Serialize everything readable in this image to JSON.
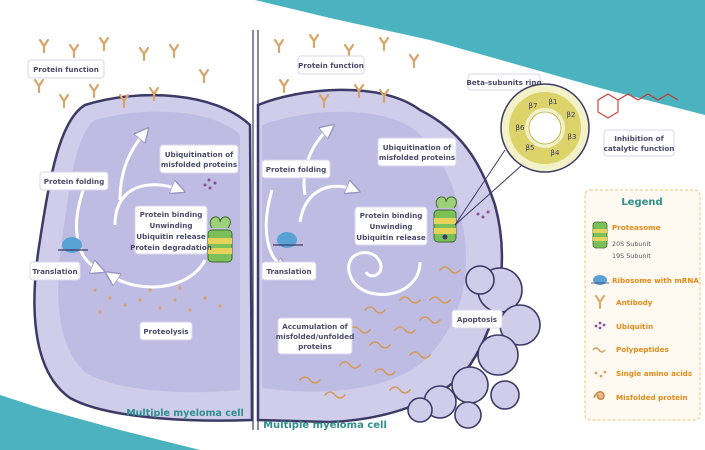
{
  "left_panel": {
    "protein_function": "Protein function",
    "protein_folding": "Protein folding",
    "translation": "Translation",
    "ubiquitination": [
      "Ubiquitination of",
      "misfolded proteins"
    ],
    "proteasome_steps": [
      "Protein binding",
      "Unwinding",
      "Ubiquitin release",
      "Protein degradation"
    ],
    "proteolysis": "Proteolysis",
    "cell_title": "Multiple myeloma cell"
  },
  "right_panel": {
    "protein_function": "Protein function",
    "protein_folding": "Protein folding",
    "translation": "Translation",
    "ubiquitination": [
      "Ubiquitination of",
      "misfolded proteins"
    ],
    "proteasome_steps": [
      "Protein binding",
      "Unwinding",
      "Ubiquitin release"
    ],
    "accumulation": [
      "Accumulation of",
      "misfolded/unfolded",
      "proteins"
    ],
    "apoptosis": "Apoptosis",
    "cell_title": "Multiple myeloma cell"
  },
  "inset": {
    "ring_label": "Beta-subunits ring",
    "subunits": [
      "β1",
      "β2",
      "β3",
      "β4",
      "β5",
      "β6",
      "β7"
    ],
    "inhibition": [
      "Inhibition of",
      "catalytic function"
    ]
  },
  "legend": {
    "title": "Legend",
    "proteasome": "Proteasome",
    "subunit_20s": "20S Subunit",
    "subunit_19s": "19S Subunit",
    "ribosome": "Ribosome with mRNA",
    "antibody": "Antibody",
    "ubiquitin": "Ubiquitin",
    "polypeptides": "Polypeptides",
    "amino_acids": "Single amino acids",
    "misfolded": "Misfolded protein"
  },
  "colors": {
    "teal": "#2f8f8a",
    "cell_fill": "#cfcdea",
    "nucleus_fill": "#b3b0dc",
    "orange": "#e38a1a",
    "ring_yellow": "#dcd36a"
  }
}
